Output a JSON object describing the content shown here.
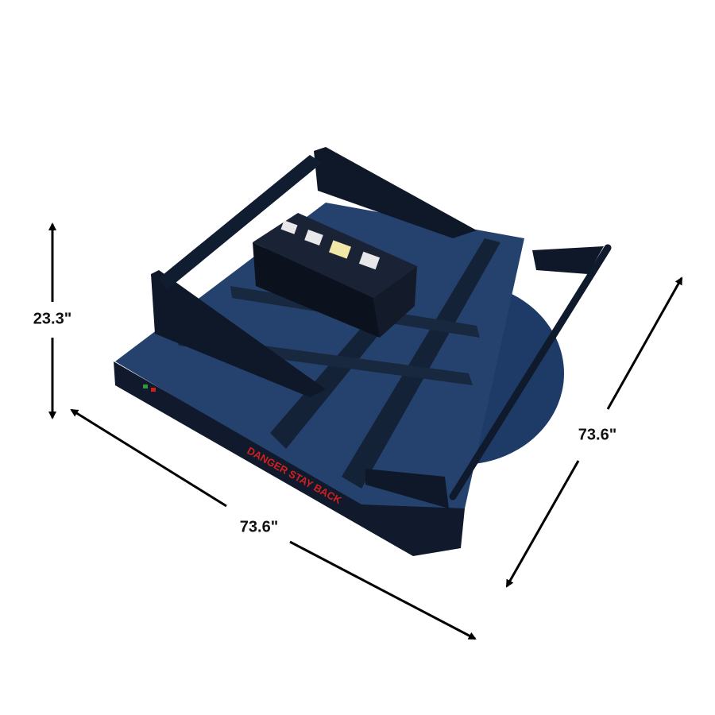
{
  "product": {
    "decal_text": "DANGER STAY BACK",
    "body_color": "#1c2a44",
    "decal_color": "#d0201c"
  },
  "dimensions": {
    "height": "23.3\"",
    "width": "73.6\"",
    "depth": "73.6\""
  }
}
